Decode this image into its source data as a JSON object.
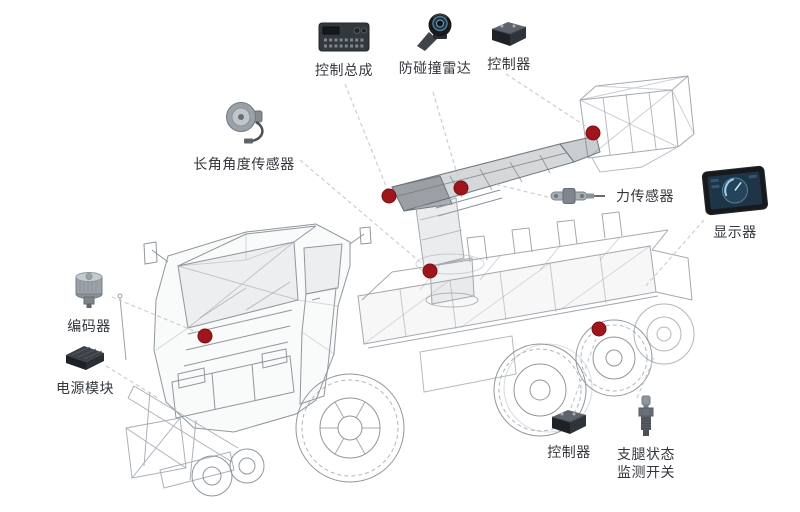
{
  "diagram": {
    "annotations": {
      "control_assembly": "控制总成",
      "anti_collision_radar": "防碰撞雷达",
      "controller_top": "控制器",
      "angle_sensor": "长角角度传感器",
      "force_sensor": "力传感器",
      "display": "显示器",
      "encoder": "编码器",
      "power_module": "电源模块",
      "controller_bottom": "控制器",
      "outrigger_switch": "支腿状态\n监测开关"
    },
    "colors": {
      "marker": "#9e161b",
      "connector_line": "#c9ced3",
      "label_text": "#33373c",
      "wireframe": "#a2a9b0",
      "background": "#ffffff"
    }
  }
}
